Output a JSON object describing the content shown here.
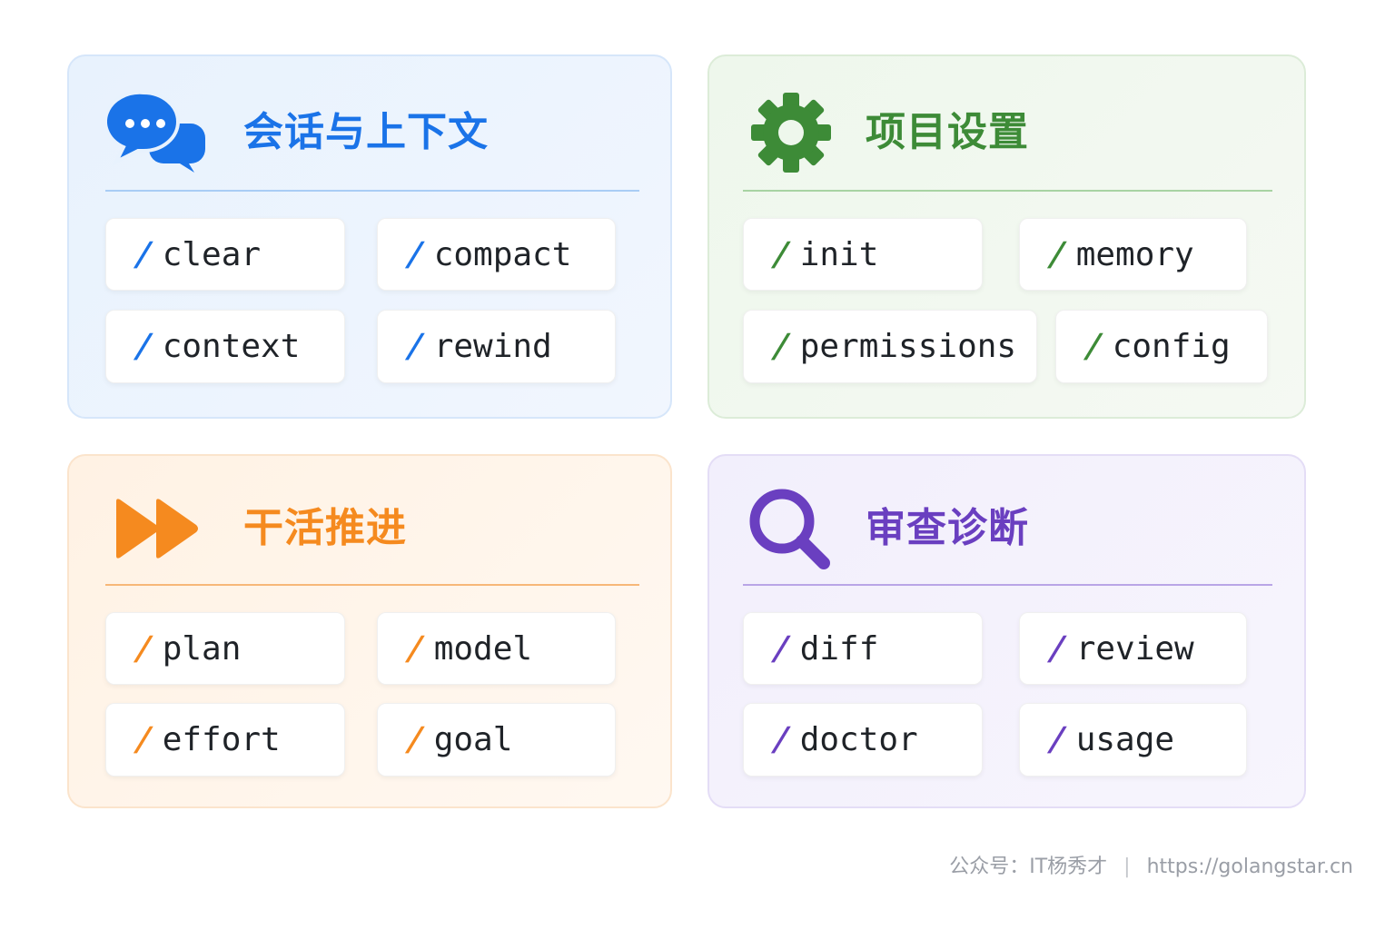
{
  "colors": {
    "blue": "#1a73e8",
    "green": "#3d8b37",
    "orange": "#f58a1f",
    "purple": "#6a3fc0"
  },
  "panels": [
    {
      "title": "会话与上下文",
      "icon": "chat-bubbles-icon",
      "commands": [
        {
          "slash": "/",
          "name": "clear"
        },
        {
          "slash": "/",
          "name": "compact"
        },
        {
          "slash": "/",
          "name": "context"
        },
        {
          "slash": "/",
          "name": "rewind"
        }
      ]
    },
    {
      "title": "项目设置",
      "icon": "gear-icon",
      "commands": [
        {
          "slash": "/",
          "name": "init"
        },
        {
          "slash": "/",
          "name": "memory"
        },
        {
          "slash": "/",
          "name": "permissions"
        },
        {
          "slash": "/",
          "name": "config"
        }
      ]
    },
    {
      "title": "干活推进",
      "icon": "fast-forward-icon",
      "commands": [
        {
          "slash": "/",
          "name": "plan"
        },
        {
          "slash": "/",
          "name": "model"
        },
        {
          "slash": "/",
          "name": "effort"
        },
        {
          "slash": "/",
          "name": "goal"
        }
      ]
    },
    {
      "title": "审查诊断",
      "icon": "magnifier-icon",
      "commands": [
        {
          "slash": "/",
          "name": "diff"
        },
        {
          "slash": "/",
          "name": "review"
        },
        {
          "slash": "/",
          "name": "doctor"
        },
        {
          "slash": "/",
          "name": "usage"
        }
      ]
    }
  ],
  "footer": {
    "account": "公众号：IT杨秀才",
    "separator": "|",
    "url": "https://golangstar.cn"
  }
}
